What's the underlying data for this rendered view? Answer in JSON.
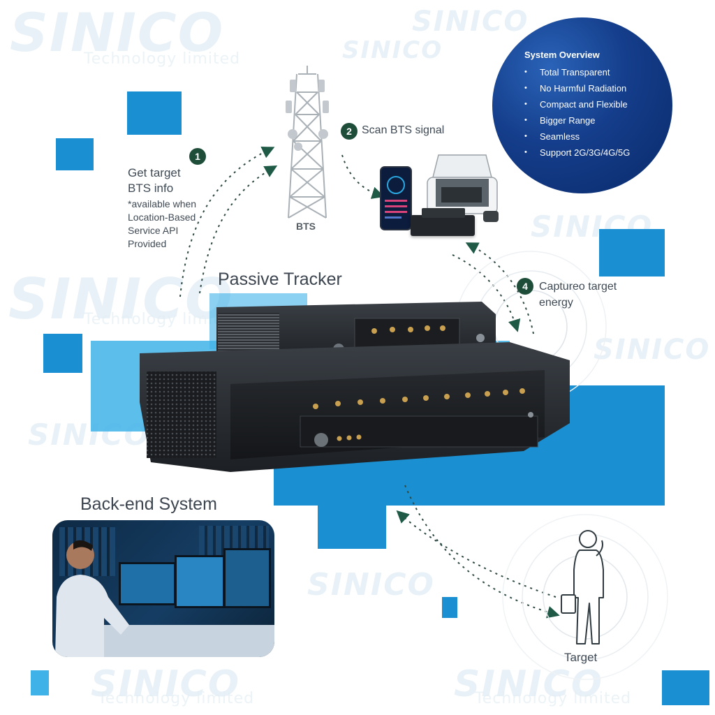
{
  "watermark": {
    "brand": "SINICO",
    "tagline": "Technology limited"
  },
  "steps": [
    {
      "number": "1",
      "lines": [
        "Get target",
        "BTS info"
      ],
      "note_lines": [
        "*available when",
        "Location-Based",
        "Service API",
        "Provided"
      ]
    },
    {
      "number": "2",
      "text": "Scan BTS signal"
    },
    {
      "number": "4",
      "lines": [
        "Captureo target",
        "energy"
      ]
    }
  ],
  "labels": {
    "bts": "BTS",
    "passive_tracker": "Passive Tracker",
    "backend_system": "Back-end System",
    "target": "Target"
  },
  "overview": {
    "title": "System Overview",
    "items": [
      "Total Transparent",
      "No Harmful Radiation",
      "Compact and Flexible",
      "Bigger Range",
      "Seamless",
      "Support 2G/3G/4G/5G"
    ]
  },
  "colors": {
    "accent_blue": "#1a8fd1",
    "light_blue": "#3fb3e8",
    "deep_blue": "#0f3d86",
    "step_badge": "#1e4d3a",
    "device_dark": "#1c1f23"
  },
  "icons": {
    "tower": "cell-tower-icon",
    "phone": "smartphone-icon",
    "vehicle": "vehicle-icon",
    "target": "person-silhouette-icon"
  }
}
